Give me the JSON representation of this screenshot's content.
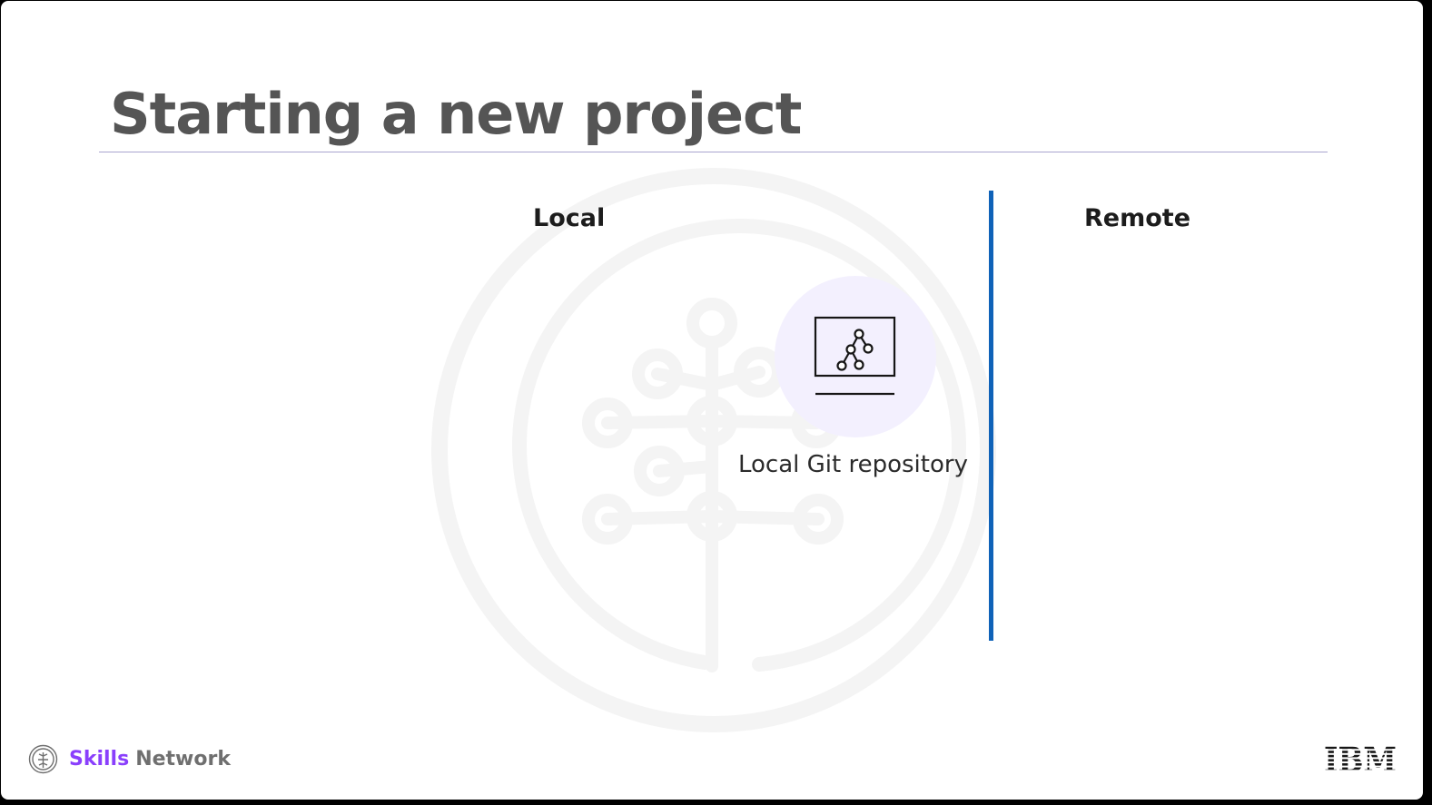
{
  "slide": {
    "title": "Starting a new project",
    "columns": {
      "local_heading": "Local",
      "remote_heading": "Remote"
    },
    "repository": {
      "label": "Local Git repository",
      "icon": "git-repository-monitor-icon"
    },
    "watermark_icon": "skills-network-tree-icon"
  },
  "footer": {
    "brand_skills": "Skills",
    "brand_network": "Network",
    "brand_icon": "skills-network-logo-icon",
    "company_logo": "IBM"
  },
  "colors": {
    "title": "#555555",
    "divider": "#0f62b8",
    "accent_purple": "#8a3ffc",
    "rule": "#a9a4cf",
    "repo_circle": "#f3f0fe"
  }
}
